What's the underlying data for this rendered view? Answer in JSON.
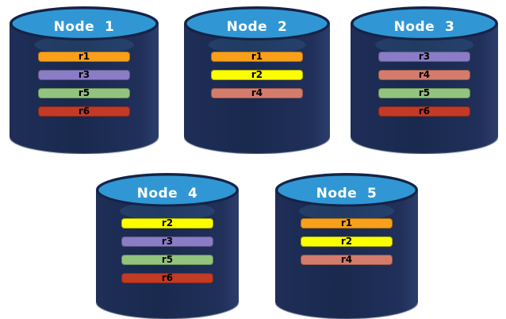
{
  "diagram": {
    "description": "Database replication diagram: five database nodes each storing a subset of replicas r1-r6"
  },
  "colors": {
    "background": "#ffffff",
    "cylinder_body": "#1C2B51",
    "cylinder_body_edge": "#2C3E6C",
    "cylinder_top": "#3097D4",
    "cylinder_border": "#152347",
    "title_text": "#ffffff",
    "bar_text": "#000000"
  },
  "replica_colors": {
    "r1": "#F9A01B",
    "r2": "#FBFE00",
    "r3": "#8A7CC5",
    "r4": "#D47C6C",
    "r5": "#92C47E",
    "r6": "#C33A25"
  },
  "nodes": [
    {
      "title": "Node  1",
      "replicas": [
        "r1",
        "r3",
        "r5",
        "r6"
      ]
    },
    {
      "title": "Node  2",
      "replicas": [
        "r1",
        "r2",
        "r4"
      ]
    },
    {
      "title": "Node  3",
      "replicas": [
        "r3",
        "r4",
        "r5",
        "r6"
      ]
    },
    {
      "title": "Node  4",
      "replicas": [
        "r2",
        "r3",
        "r5",
        "r6"
      ]
    },
    {
      "title": "Node  5",
      "replicas": [
        "r1",
        "r2",
        "r4"
      ]
    }
  ]
}
